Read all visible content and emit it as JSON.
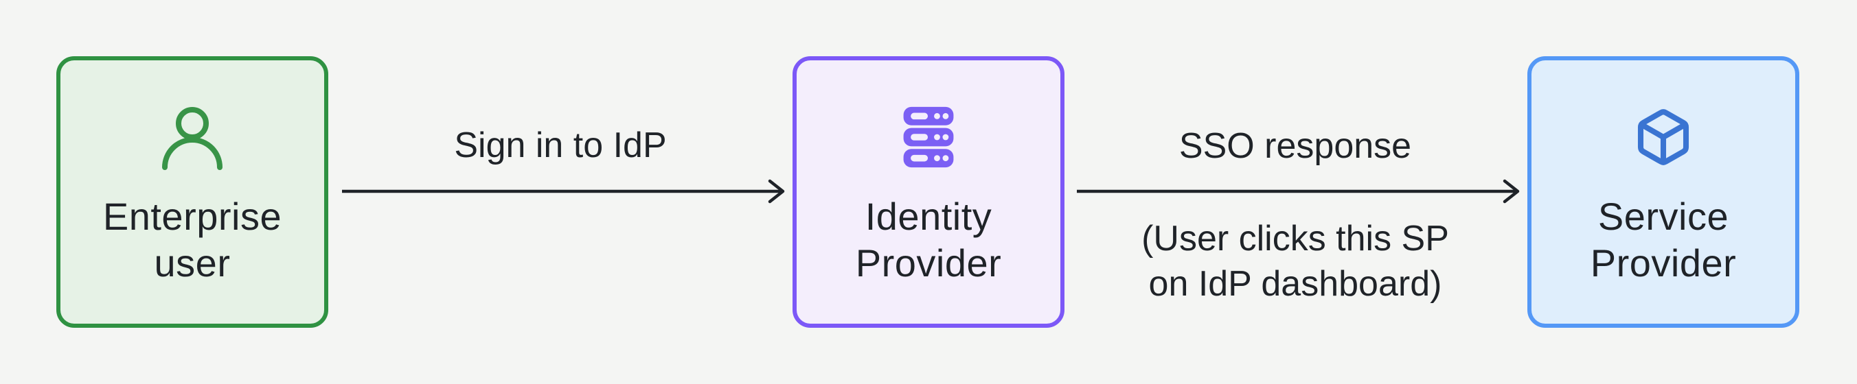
{
  "colors": {
    "background": "#f4f5f3",
    "text": "#1f2328",
    "arrow": "#1f2328"
  },
  "nodes": [
    {
      "id": "enterprise-user",
      "lines": [
        "Enterprise",
        "user"
      ],
      "icon": "user-icon",
      "colors": {
        "border": "#2f9242",
        "fill": "#e6f2e6",
        "icon": "#389447"
      }
    },
    {
      "id": "identity-provider",
      "lines": [
        "Identity",
        "Provider"
      ],
      "icon": "server-icon",
      "colors": {
        "border": "#7c58f7",
        "fill": "#f4eefc",
        "icon": "#7b5ff4"
      }
    },
    {
      "id": "service-provider",
      "lines": [
        "Service",
        "Provider"
      ],
      "icon": "cube-icon",
      "colors": {
        "border": "#5498f6",
        "fill": "#dfeefc",
        "icon": "#3a74d2"
      }
    }
  ],
  "edges": [
    {
      "id": "sign-in-to-idp",
      "label": "Sign in to IdP",
      "sublabel_lines": []
    },
    {
      "id": "sso-response",
      "label": "SSO response",
      "sublabel_lines": [
        "(User clicks this SP",
        "on IdP dashboard)"
      ]
    }
  ]
}
